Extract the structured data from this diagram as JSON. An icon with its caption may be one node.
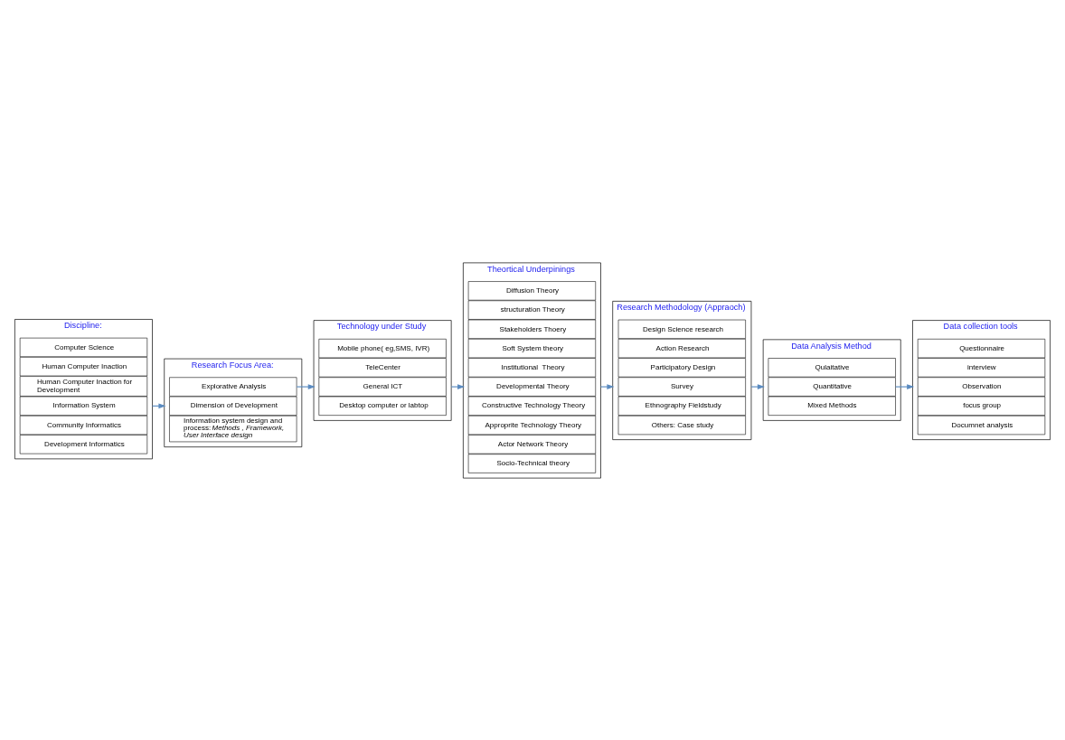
{
  "diagram": {
    "nodes": [
      {
        "text": [
          "Discipline:"
        ]
      },
      {
        "text": [
          "Computer Science"
        ],
        "in": 0
      },
      {
        "text": [
          "Human Computer Inaction"
        ],
        "in": 0
      },
      {
        "text": [
          "Human Computer Inaction for Development"
        ],
        "in": 0
      },
      {
        "text": [
          "Information System"
        ],
        "in": 0
      },
      {
        "text": [
          "Community Informatics"
        ],
        "in": 0
      },
      {
        "text": [
          "Development Informatics"
        ],
        "in": 0
      },
      {
        "text": [
          "Research Focus Area:"
        ]
      },
      {
        "text": [
          "Explorative Analysis"
        ],
        "in": 7
      },
      {
        "text": [
          "Dimension of Development"
        ],
        "in": 7
      },
      {
        "text": [
          "Information system design and process: *Methods , Framework, User Interface design*"
        ],
        "in": 7
      },
      {
        "text": [
          "Technology under Study"
        ]
      },
      {
        "text": [
          "Mobile phone( eg,SMS, IVR)"
        ],
        "in": 11
      },
      {
        "text": [
          "TeleCenter"
        ],
        "in": 11
      },
      {
        "text": [
          "General ICT"
        ],
        "in": 11
      },
      {
        "text": [
          "Desktop computer or labtop"
        ],
        "in": 11
      },
      {
        "text": [
          "Theortical Underpinings"
        ]
      },
      {
        "text": [
          "Diffusion Theory"
        ],
        "in": 16
      },
      {
        "text": [
          "structuration Theory"
        ],
        "in": 16
      },
      {
        "text": [
          "Stakeholders Thoery"
        ],
        "in": 16
      },
      {
        "text": [
          "Soft System theory"
        ],
        "in": 16
      },
      {
        "text": [
          "Institutional  Theory"
        ],
        "in": 16
      },
      {
        "text": [
          "Developmental Theory"
        ],
        "in": 16
      },
      {
        "text": [
          "Constructive Technology Theory"
        ],
        "in": 16
      },
      {
        "text": [
          "Approprite Technology Theory"
        ],
        "in": 16
      },
      {
        "text": [
          "Actor Network Theory"
        ],
        "in": 16
      },
      {
        "text": [
          "Socio-Technical theory"
        ],
        "in": 16
      },
      {
        "text": [
          "Research Methodology (Appraoch)"
        ]
      },
      {
        "text": [
          "Design Science research"
        ],
        "in": 27
      },
      {
        "text": [
          "Action Research"
        ],
        "in": 27
      },
      {
        "text": [
          "Participatory Design"
        ],
        "in": 27
      },
      {
        "text": [
          "Survey"
        ],
        "in": 27
      },
      {
        "text": [
          "Ethnography Fieldstudy"
        ],
        "in": 27
      },
      {
        "text": [
          "Others: Case study"
        ],
        "in": 27
      },
      {
        "text": [
          "Data Analysis Method"
        ]
      },
      {
        "text": [
          "Qulaitative"
        ],
        "in": 34
      },
      {
        "text": [
          "Quantitative"
        ],
        "in": 34
      },
      {
        "text": [
          "Mixed Methods"
        ],
        "in": 34
      },
      {
        "text": [
          "Data collection tools"
        ]
      },
      {
        "text": [
          "Questionnaire"
        ],
        "in": 38
      },
      {
        "text": [
          "interview"
        ],
        "in": 38
      },
      {
        "text": [
          "Observation"
        ],
        "in": 38
      },
      {
        "text": [
          "focus group"
        ],
        "in": 38
      },
      {
        "text": [
          "Documnet analysis"
        ],
        "in": 38
      }
    ],
    "edges": [
      {
        "from": 0,
        "to": 7,
        "arrow": "to"
      },
      {
        "from": 8,
        "to": 11,
        "arrow": "to"
      },
      {
        "from": 11,
        "to": 16,
        "arrow": "to"
      },
      {
        "from": 16,
        "to": 27,
        "arrow": "to"
      },
      {
        "from": 27,
        "to": 34,
        "arrow": "to"
      },
      {
        "from": 36,
        "to": 38,
        "arrow": "to"
      }
    ]
  }
}
